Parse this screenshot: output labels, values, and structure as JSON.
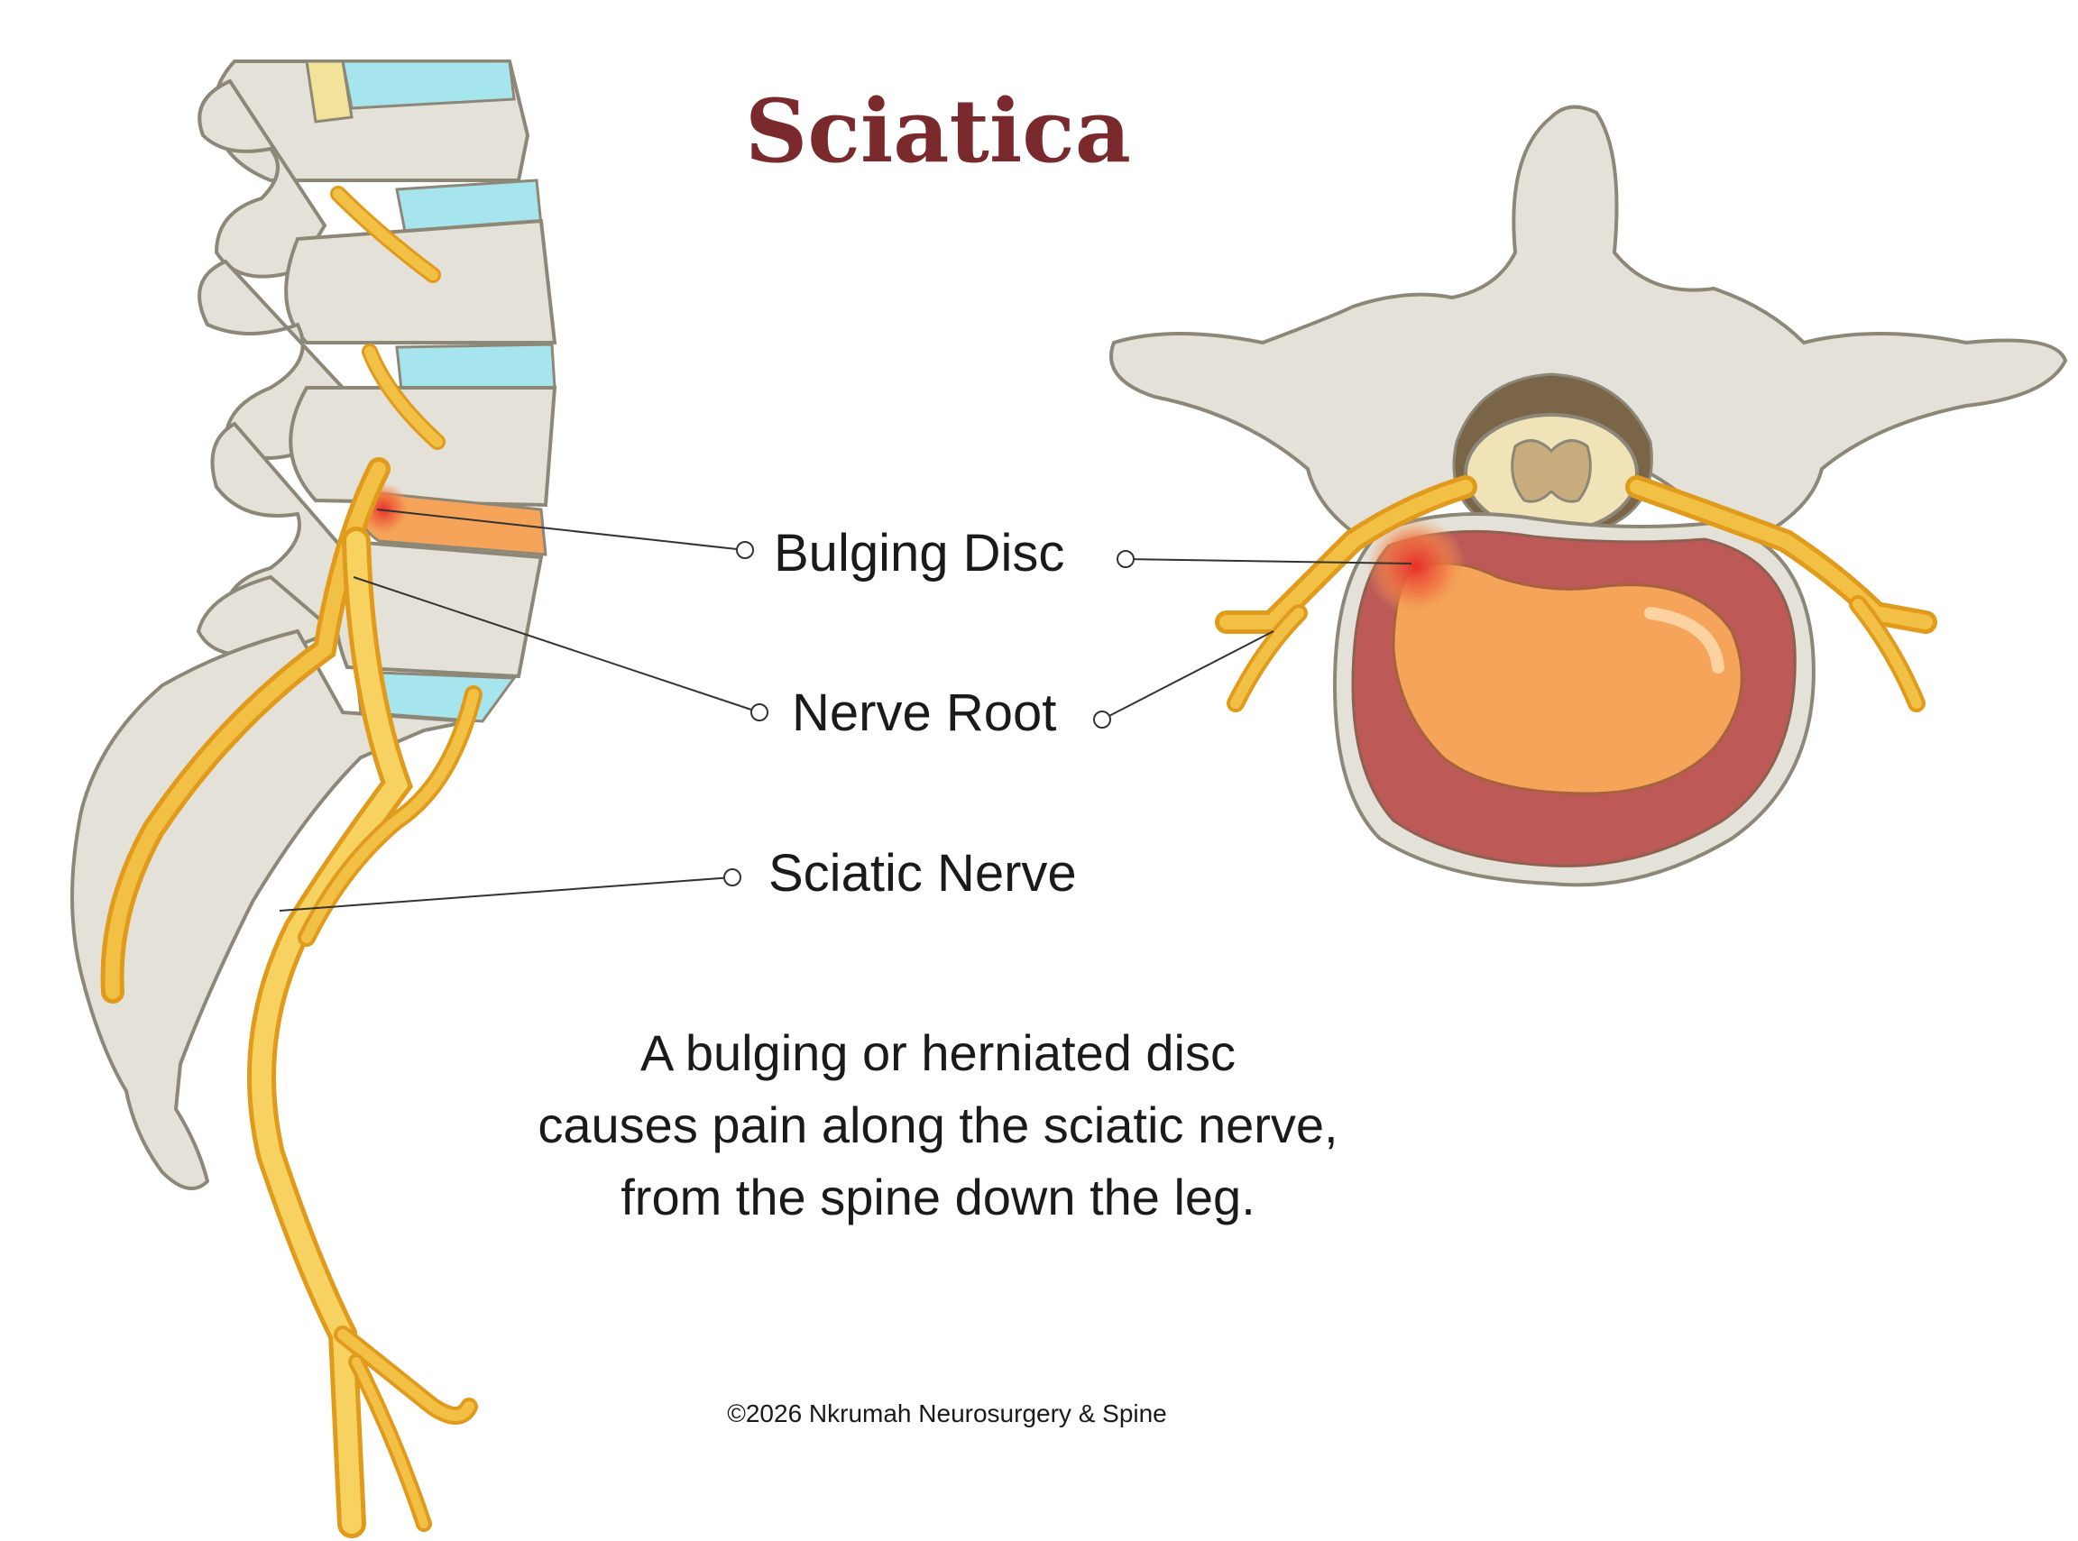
{
  "title": "Sciatica",
  "labels": {
    "bulging_disc": "Bulging Disc",
    "nerve_root": "Nerve Root",
    "sciatic_nerve": "Sciatic Nerve"
  },
  "caption": {
    "line1": "A bulging or herniated disc",
    "line2": "causes pain along the sciatic nerve,",
    "line3": "from the spine down the leg."
  },
  "copyright": "©2026 Nkrumah Neurosurgery & Spine",
  "colors": {
    "title": "#7a2a2c",
    "bone": "#e4e1d9",
    "bone_outline": "#8d8778",
    "disc": "#a6e4ee",
    "nerve": "#f2c045",
    "nerve_dark": "#e09a1c",
    "disc_outer": "#bd5a58",
    "disc_inner": "#f5a45a",
    "inflammation": "#e8402a"
  }
}
